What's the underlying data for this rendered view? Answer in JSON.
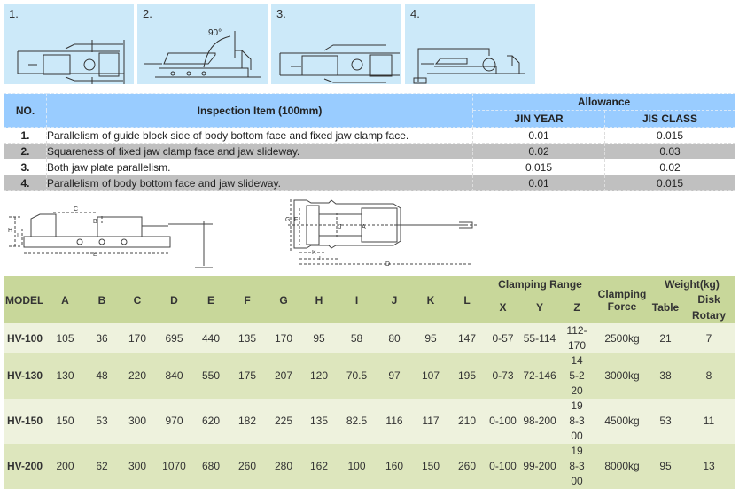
{
  "panels": [
    {
      "num": "1."
    },
    {
      "num": "2.",
      "angle": "90°"
    },
    {
      "num": "3."
    },
    {
      "num": "4."
    }
  ],
  "inspection": {
    "headers": {
      "no": "NO.",
      "item": "Inspection Item (100mm)",
      "allowance": "Allowance",
      "jin": "JIN YEAR",
      "jis": "JIS CLASS"
    },
    "rows": [
      {
        "no": "1.",
        "item": "Parallelism of guide block side of body bottom face and fixed jaw clamp face.",
        "jin": "0.01",
        "jis": "0.015"
      },
      {
        "no": "2.",
        "item": "Squareness of fixed jaw clamp face and jaw slideway.",
        "jin": "0.02",
        "jis": "0.03"
      },
      {
        "no": "3.",
        "item": "Both jaw plate parallelism.",
        "jin": "0.015",
        "jis": "0.02"
      },
      {
        "no": "4.",
        "item": "Parallelism of body bottom face and jaw slideway.",
        "jin": "0.01",
        "jis": "0.015"
      }
    ]
  },
  "drawing_labels": {
    "side": [
      "C",
      "B",
      "H",
      "I",
      "E"
    ],
    "top": [
      "G",
      "F",
      "J",
      "A",
      "K",
      "L",
      "D"
    ]
  },
  "specs": {
    "headers": {
      "model": "MODEL",
      "cols": [
        "A",
        "B",
        "C",
        "D",
        "E",
        "F",
        "G",
        "H",
        "I",
        "J",
        "K",
        "L"
      ],
      "clamping_range": "Clamping Range",
      "x": "X",
      "y": "Y",
      "z": "Z",
      "force1": "Clamping",
      "force2": "Force",
      "weight": "Weight(kg)",
      "table": "Table",
      "disk1": "Disk",
      "disk2": "Rotary"
    },
    "rows": [
      {
        "model": "HV-100",
        "v": [
          "105",
          "36",
          "170",
          "695",
          "440",
          "135",
          "170",
          "95",
          "58",
          "80",
          "95",
          "147"
        ],
        "x": "0-57",
        "y": "55-114",
        "z": "112-170",
        "force": "2500kg",
        "table": "21",
        "disk": "7"
      },
      {
        "model": "HV-130",
        "v": [
          "130",
          "48",
          "220",
          "840",
          "550",
          "175",
          "207",
          "120",
          "70.5",
          "97",
          "107",
          "195"
        ],
        "x": "0-73",
        "y": "72-146",
        "z": "145-220",
        "force": "3000kg",
        "table": "38",
        "disk": "8"
      },
      {
        "model": "HV-150",
        "v": [
          "150",
          "53",
          "300",
          "970",
          "620",
          "182",
          "225",
          "135",
          "82.5",
          "116",
          "117",
          "210"
        ],
        "x": "0-100",
        "y": "98-200",
        "z": "198-300",
        "force": "4500kg",
        "table": "53",
        "disk": "11"
      },
      {
        "model": "HV-200",
        "v": [
          "200",
          "62",
          "300",
          "1070",
          "680",
          "260",
          "280",
          "162",
          "100",
          "160",
          "150",
          "260"
        ],
        "x": "0-100",
        "y": "99-200",
        "z": "198-300",
        "force": "8000kg",
        "table": "95",
        "disk": "13"
      }
    ]
  }
}
